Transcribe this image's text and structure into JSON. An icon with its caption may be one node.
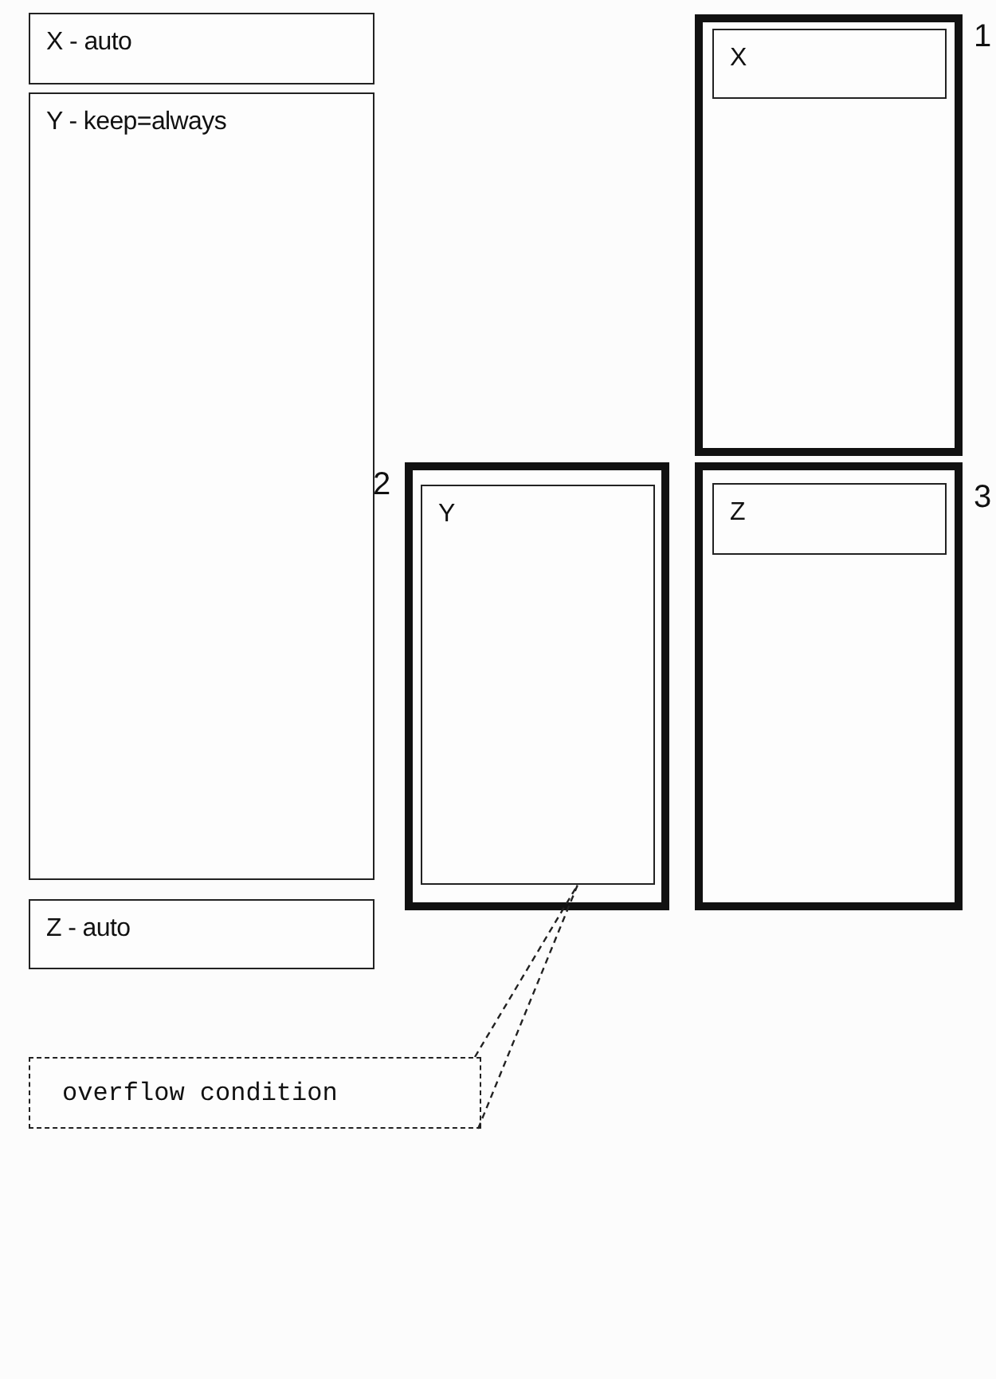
{
  "diagram": {
    "nodes": [
      {
        "text": [
          "X - auto"
        ]
      },
      {
        "text": [
          "Y - keep=always"
        ]
      },
      {
        "text": [
          "Z - auto"
        ]
      },
      {
        "text": [],
        "shape": "box",
        "beside": [
          "1"
        ]
      },
      {
        "text": [
          "X"
        ],
        "in": 3
      },
      {
        "text": [],
        "shape": "box",
        "beside": [
          "2"
        ]
      },
      {
        "text": [
          "Y"
        ],
        "in": 5
      },
      {
        "text": [],
        "shape": "box",
        "beside": [
          "3"
        ]
      },
      {
        "text": [
          "Z"
        ],
        "in": 7
      },
      {
        "text": [
          "overflow condition"
        ]
      }
    ],
    "edges": [
      {
        "from": 9,
        "to": 6,
        "arrow": "none",
        "style": "dashed"
      }
    ]
  }
}
